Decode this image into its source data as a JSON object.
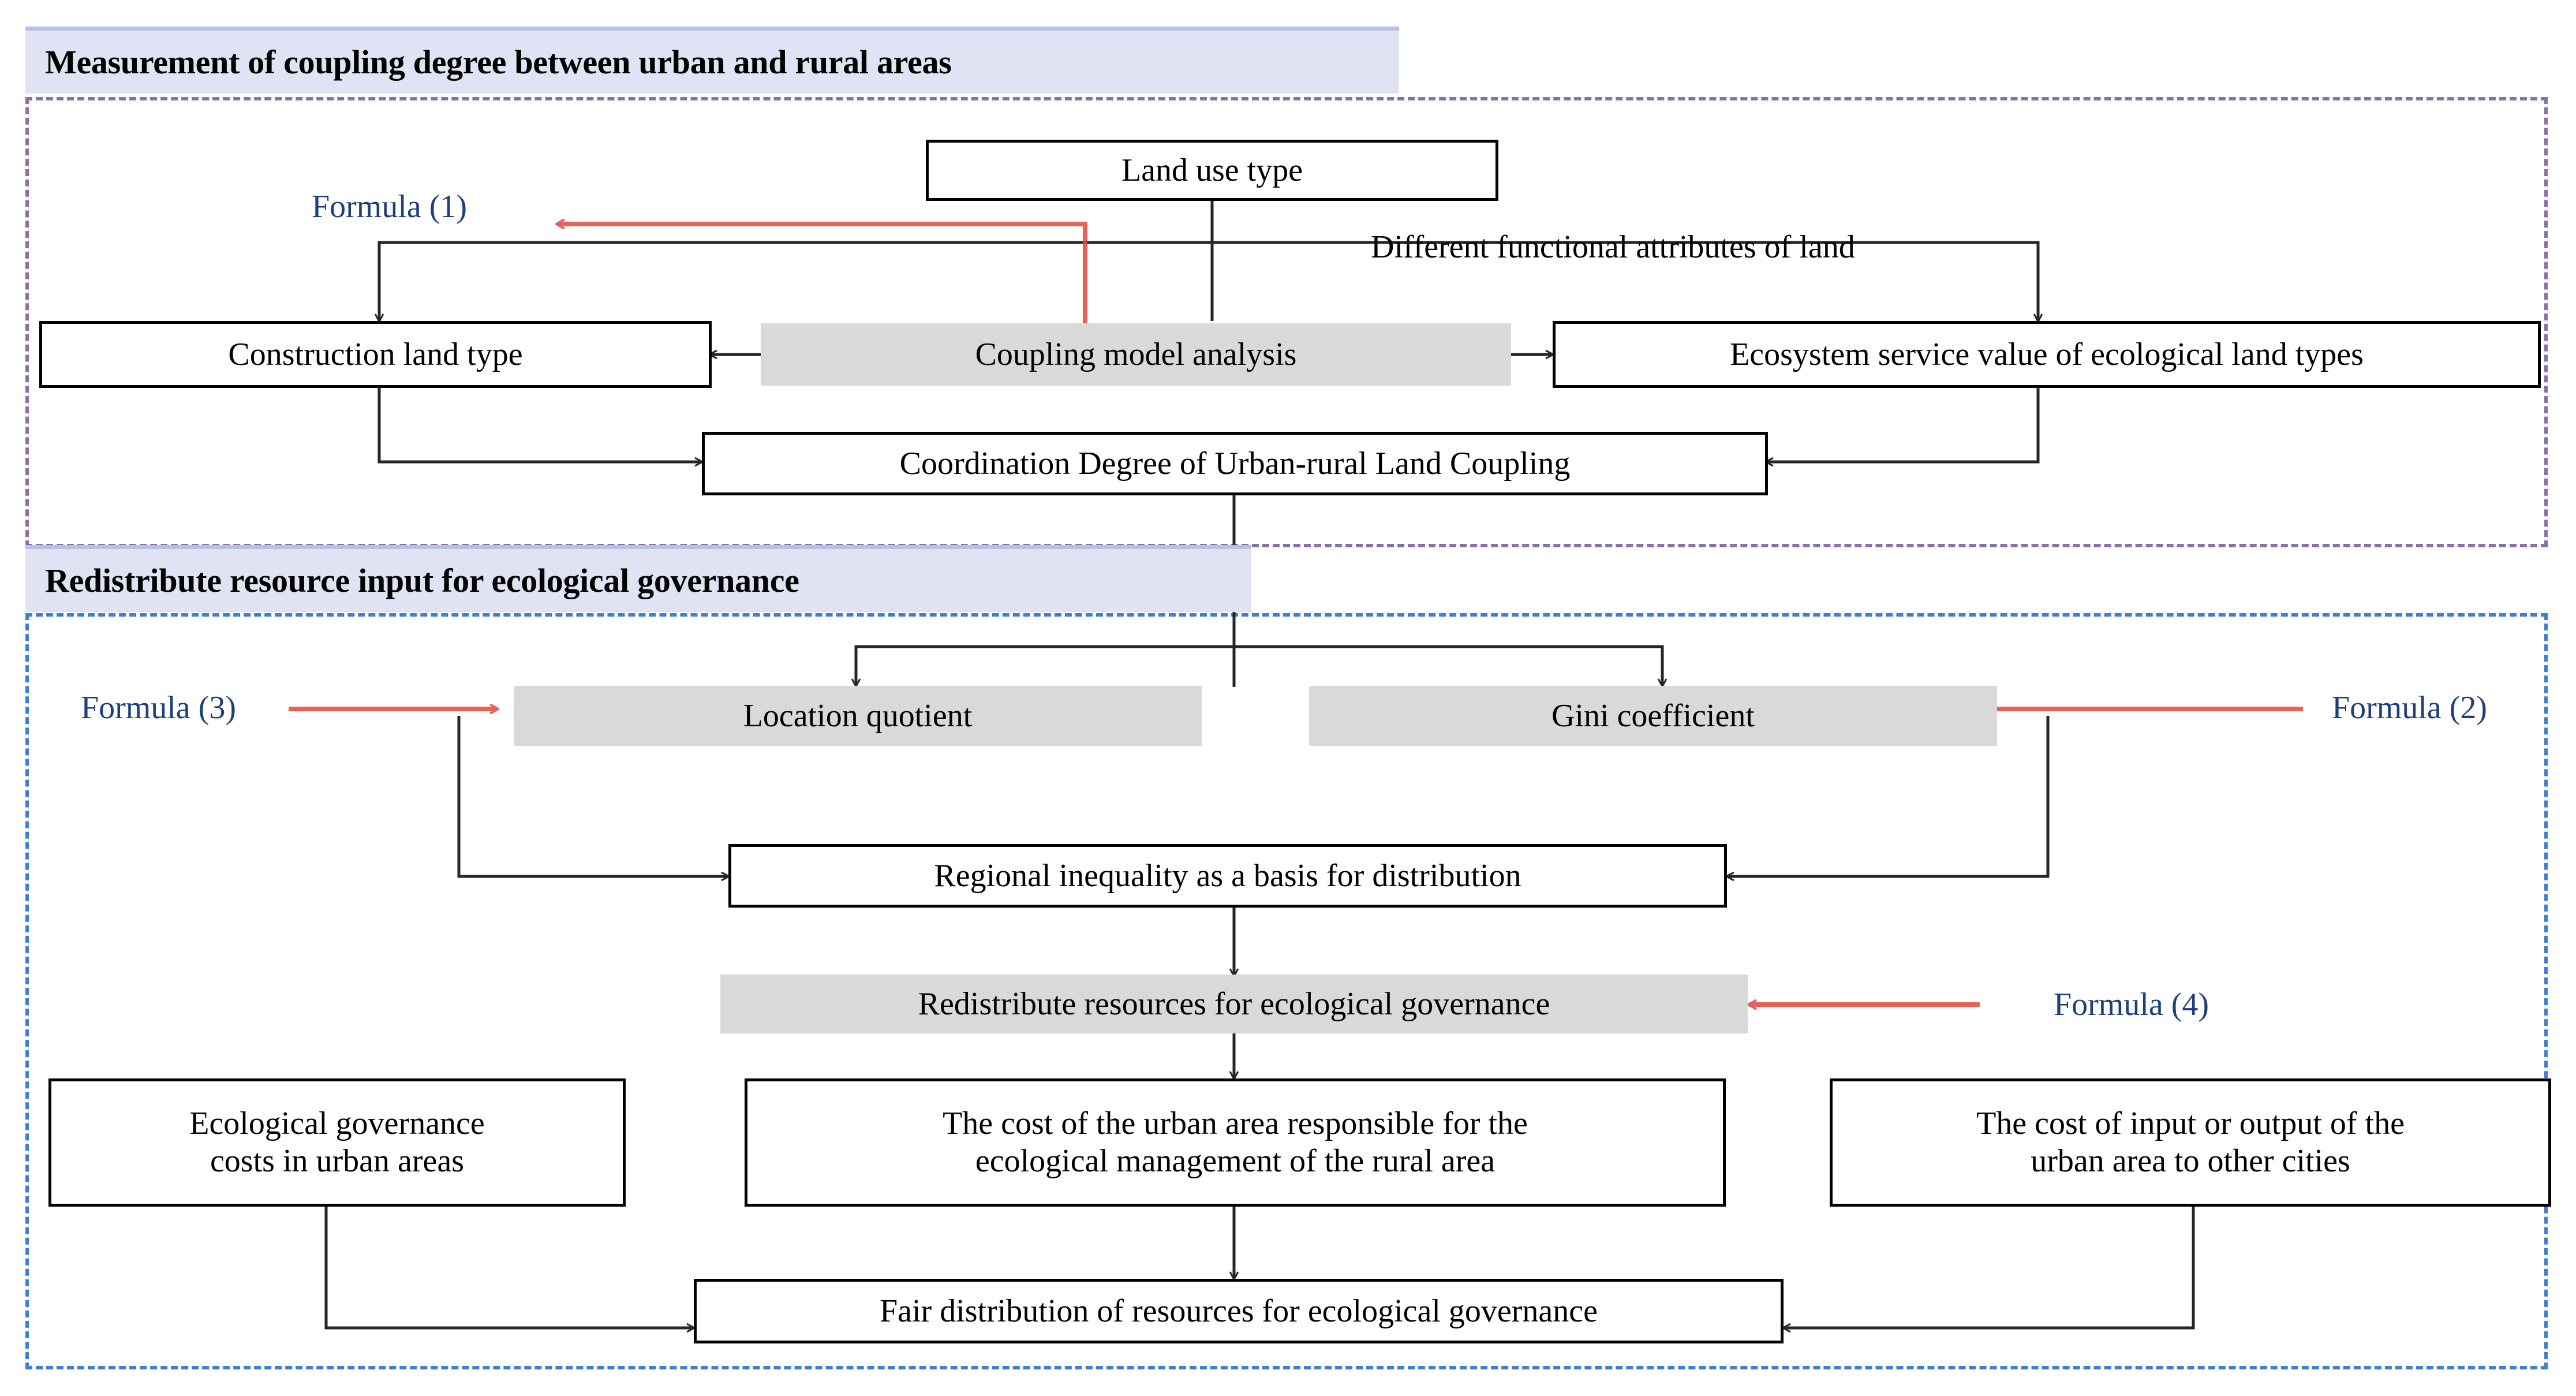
{
  "sections": [
    {
      "id": "measurement",
      "title": "Measurement of coupling degree between urban and rural areas",
      "border_color": "#8a6fa8",
      "banner_color": "#dfe3f3"
    },
    {
      "id": "redistribute",
      "title": "Redistribute resource input for ecological governance",
      "border_color": "#3f7fd0",
      "banner_color": "#dfe3f3"
    }
  ],
  "nodes": {
    "land_use_type": "Land use type",
    "construction_land_type": "Construction land type",
    "coupling_model_analysis": "Coupling model analysis",
    "ecosystem_service_value": "Ecosystem service value of ecological land types",
    "coordination_degree": "Coordination Degree of Urban-rural Land Coupling",
    "location_quotient": "Location quotient",
    "gini_coefficient": "Gini coefficient",
    "regional_inequality": "Regional inequality as a basis for distribution",
    "redistribute_resources": "Redistribute resources for ecological governance",
    "urban_eco_costs_line1": "Ecological governance",
    "urban_eco_costs_line2": "costs in urban areas",
    "urban_responsible_line1": "The cost of the urban area responsible for the",
    "urban_responsible_line2": "ecological management of the rural area",
    "input_output_line1": "The cost of input or output of the",
    "input_output_line2": "urban area to other cities",
    "fair_distribution": "Fair distribution of resources for ecological governance"
  },
  "labels": {
    "different_functional_attributes": "Different functional attributes of land"
  },
  "formulas": {
    "f1": "Formula (1)",
    "f2": "Formula (2)",
    "f3": "Formula (3)",
    "f4": "Formula (4)"
  },
  "colors": {
    "formula_text": "#1f3f7a",
    "formula_arrow": "#e8463c",
    "shaded_node": "#d9d9d9",
    "connector": "#262626",
    "banner_bg": "#dfe3f3",
    "panel_top_border": "#8a6fa8",
    "panel_bottom_border": "#3f7fd0"
  }
}
